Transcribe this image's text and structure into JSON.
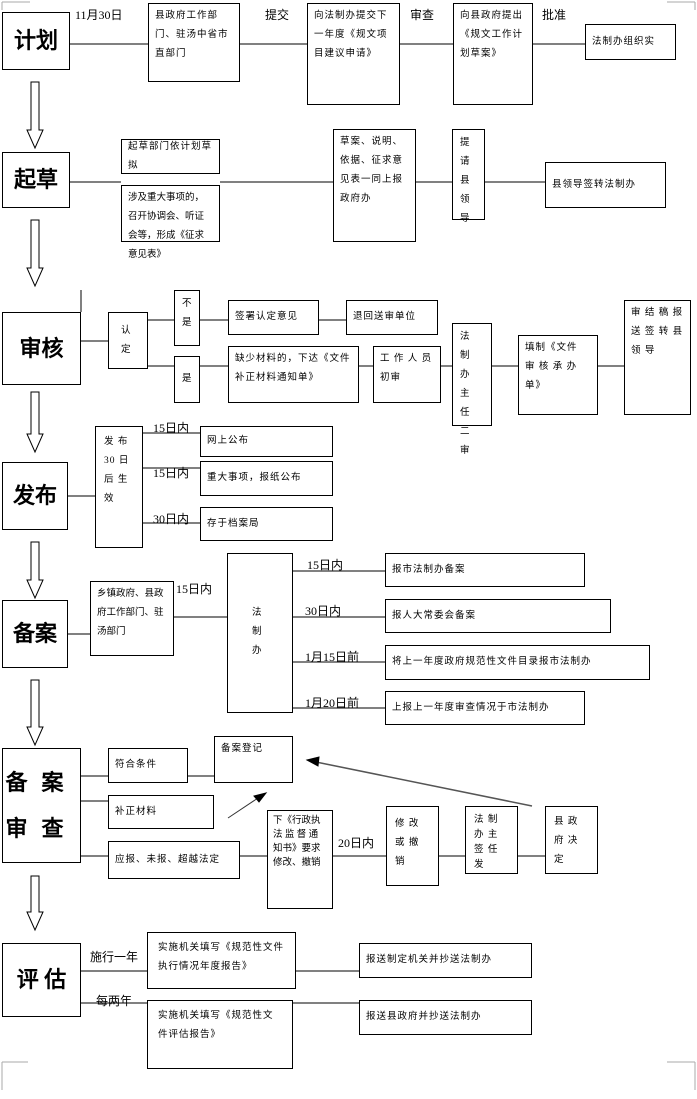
{
  "stages": {
    "plan": "计划",
    "draft": "起草",
    "review": "审核",
    "publish": "发布",
    "filing": "备案",
    "filing_review": "备案\n审查",
    "evaluate": "评 估"
  },
  "plan": {
    "date": "11月30日",
    "dept": "县政府工作部门、驻汤中省市直部门",
    "submit": "提交",
    "submit_box": "向法制办提交下一年度《规文项目建议申请》",
    "check": "审查",
    "check_box": "向县政府提出《规文工作计划草案》",
    "approve": "批准",
    "approve_box": "法制办组织实"
  },
  "draft": {
    "box1": "起草部门依计划草拟",
    "box2": "涉及重大事项的，召开协调会、听证会等，形成《征求意见表》",
    "box3": "草案、说明、依据、征求意见表一同上报政府办",
    "box4": "提 请 县 领 导",
    "box5": "县领导签转法制办"
  },
  "review": {
    "identify": "认 定",
    "no": "不 是",
    "yes": "是",
    "sign": "签署认定意见",
    "return": "退回送审单位",
    "lack": "缺少材料的，下达《文件补正材料通知单》",
    "first": "工 作 人 员初审",
    "second": "法 制 办 主 任 二 审",
    "fill": "填制《文件 审 核 承 办 单》",
    "final": "审 结 稿 报 送 签 转 县 领 导"
  },
  "publish": {
    "effect": "发 布 30 日 后 生 效",
    "t1": "15日内",
    "b1": "网上公布",
    "t2": "15日内",
    "b2": "重大事项，报纸公布",
    "t3": "30日内",
    "b3": "存于档案局"
  },
  "filing": {
    "src": "乡镇政府、县政府工作部门、驻汤部门",
    "t0": "15日内",
    "office": "法 制 办",
    "t1": "15日内",
    "b1": "报市法制办备案",
    "t2": "30日内",
    "b2": "报人大常委会备案",
    "t3": "1月15日前",
    "b3": "将上一年度政府规范性文件目录报市法制办",
    "t4": "1月20日前",
    "b4": "上报上一年度审查情况于市法制办"
  },
  "filing_review": {
    "ok": "符合条件",
    "register": "备案登记",
    "supplement": "补正材料",
    "violate": "应报、未报、超越法定",
    "notice": "下《行政执 法 监 督 通 知书》要求修改、撤销",
    "t": "20日内",
    "revise": "修 改 或 撤 销",
    "sign": "法 制 办 主 签 任 发",
    "decide": "县 政 府 决 定"
  },
  "evaluate": {
    "t1": "施行一年",
    "b1": "实施机关填写《规范性文件执行情况年度报告》",
    "r1": "报送制定机关并抄送法制办",
    "t2": "每两年",
    "b2": "实施机关填写《规范性文件评估报告》",
    "r2": "报送县政府并抄送法制办"
  }
}
